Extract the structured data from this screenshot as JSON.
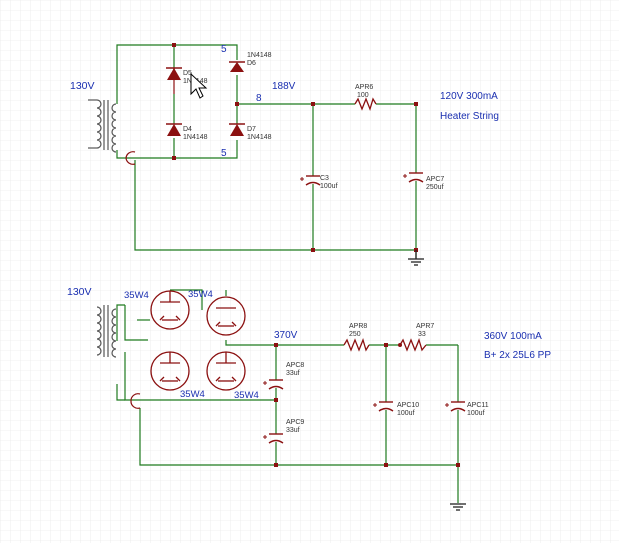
{
  "colors": {
    "wire": "#1f7a1f",
    "component": "#8b1010",
    "net_label": "#1a2fb0",
    "grid": "#d9d9d9",
    "background": "#ffffff"
  },
  "top_circuit": {
    "transformer_voltage": "130V",
    "net_labels": [
      "5",
      "8",
      "5"
    ],
    "rail_voltage": "188V",
    "diodes": [
      {
        "ref": "D5",
        "value": "1N4148"
      },
      {
        "ref": "D6",
        "value": "1N4148"
      },
      {
        "ref": "D4",
        "value": "1N4148"
      },
      {
        "ref": "D7",
        "value": "1N4148"
      }
    ],
    "resistor": {
      "ref": "APR6",
      "value": "100"
    },
    "capacitors": [
      {
        "ref": "C3",
        "value": "100uf"
      },
      {
        "ref": "APC7",
        "value": "250uf"
      }
    ],
    "output_title": "120V 300mA",
    "output_desc": "Heater String"
  },
  "bottom_circuit": {
    "transformer_voltage": "130V",
    "tubes": [
      "35W4",
      "35W4",
      "35W4",
      "35W4"
    ],
    "rail_voltage": "370V",
    "resistors": [
      {
        "ref": "APR8",
        "value": "250"
      },
      {
        "ref": "APR7",
        "value": "33"
      }
    ],
    "capacitors": [
      {
        "ref": "APC8",
        "value": "33uf"
      },
      {
        "ref": "APC9",
        "value": "33uf"
      },
      {
        "ref": "APC10",
        "value": "100uf"
      },
      {
        "ref": "APC11",
        "value": "100uf"
      }
    ],
    "output_title": "360V 100mA",
    "output_desc": "B+ 2x 25L6 PP"
  },
  "icons": [
    "cursor-arrow-icon",
    "ground-icon"
  ]
}
